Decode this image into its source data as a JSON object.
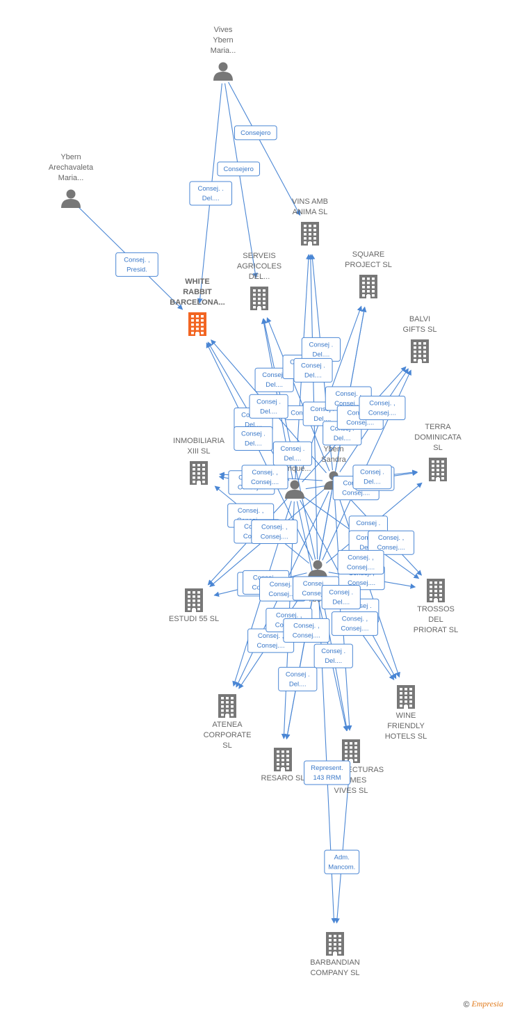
{
  "colors": {
    "edge": "#4a86d4",
    "icon": "#777777",
    "focus": "#f26522",
    "label": "#666666"
  },
  "nodes": [
    {
      "id": "vives_maria",
      "kind": "person",
      "lines": [
        "Vives",
        "Ybern",
        "Maria..."
      ],
      "icon": "person-icon"
    },
    {
      "id": "ybern_arech",
      "kind": "person",
      "lines": [
        "Ybern",
        "Arechavaleta",
        "Maria..."
      ],
      "icon": "person-icon"
    },
    {
      "id": "white_rabbit",
      "kind": "company",
      "focus": true,
      "lines": [
        "WHITE",
        "RABBIT",
        "BARCELONA..."
      ],
      "icon": "building-icon"
    },
    {
      "id": "vins_amb",
      "kind": "company",
      "lines": [
        "VINS AMB",
        "ANIMA  SL"
      ],
      "icon": "building-icon"
    },
    {
      "id": "serveis",
      "kind": "company",
      "lines": [
        "SERVEIS",
        "AGRICOLES",
        "DEL..."
      ],
      "icon": "building-icon"
    },
    {
      "id": "square",
      "kind": "company",
      "lines": [
        "SQUARE",
        "PROJECT SL"
      ],
      "icon": "building-icon"
    },
    {
      "id": "balvi",
      "kind": "company",
      "lines": [
        "BALVI",
        "GIFTS  SL"
      ],
      "icon": "building-icon"
    },
    {
      "id": "terra",
      "kind": "company",
      "lines": [
        "TERRA",
        "DOMINICATA",
        "SL"
      ],
      "icon": "building-icon"
    },
    {
      "id": "inmob",
      "kind": "company",
      "lines": [
        "INMOBILIARIA",
        "XIII SL"
      ],
      "icon": "building-icon"
    },
    {
      "id": "vives_enrique",
      "kind": "person",
      "lines": [
        "Vives",
        "Ybern",
        "Enrique..."
      ],
      "icon": "person-icon"
    },
    {
      "id": "vives_sandra",
      "kind": "person",
      "lines": [
        "Vives",
        "Ybern",
        "Sandra"
      ],
      "icon": "person-icon"
    },
    {
      "id": "vives_ybern",
      "kind": "person",
      "lines": [
        "Vives",
        "Ybern"
      ],
      "icon": "person-icon"
    },
    {
      "id": "estudi",
      "kind": "company",
      "lines": [
        "ESTUDI 55 SL"
      ],
      "icon": "building-icon"
    },
    {
      "id": "trossos",
      "kind": "company",
      "lines": [
        "TROSSOS",
        "DEL",
        "PRIORAT SL"
      ],
      "icon": "building-icon"
    },
    {
      "id": "atenea",
      "kind": "company",
      "lines": [
        "ATENEA",
        "CORPORATE",
        "SL"
      ],
      "icon": "building-icon"
    },
    {
      "id": "wine",
      "kind": "company",
      "lines": [
        "WINE",
        "FRIENDLY",
        "HOTELS SL"
      ],
      "icon": "building-icon"
    },
    {
      "id": "resaro",
      "kind": "company",
      "lines": [
        "RESARO SL"
      ],
      "icon": "building-icon"
    },
    {
      "id": "arquit",
      "kind": "company",
      "lines": [
        "ARQUITECTURAS",
        "BALMES",
        "VIVES SL"
      ],
      "icon": "building-icon"
    },
    {
      "id": "barbandian",
      "kind": "company",
      "lines": [
        "BARBANDIAN",
        "COMPANY SL"
      ],
      "icon": "building-icon"
    }
  ],
  "edges": [
    {
      "from": "vives_maria",
      "to": "vins_amb",
      "label": [
        "Consejero"
      ]
    },
    {
      "from": "vives_maria",
      "to": "serveis",
      "label": [
        "Consejero"
      ]
    },
    {
      "from": "vives_maria",
      "to": "white_rabbit",
      "label": [
        "Consej. .",
        "Del...."
      ]
    },
    {
      "from": "ybern_arech",
      "to": "white_rabbit",
      "label": [
        "Consej. ,",
        "Presid."
      ]
    },
    {
      "from": "vives_enrique",
      "to": "serveis",
      "label": [
        "Consej .",
        "Del...."
      ]
    },
    {
      "from": "vives_sandra",
      "to": "serveis",
      "label": [
        "Consejero"
      ]
    },
    {
      "from": "vives_ybern",
      "to": "serveis",
      "label": [
        "Consej .",
        "Del...."
      ]
    },
    {
      "from": "vives_enrique",
      "to": "vins_amb",
      "label": [
        "Consej .",
        "Del...."
      ]
    },
    {
      "from": "vives_sandra",
      "to": "vins_amb",
      "label": [
        "Consej .",
        "Del...."
      ]
    },
    {
      "from": "vives_ybern",
      "to": "vins_amb",
      "label": [
        "Consej .",
        "Del...."
      ]
    },
    {
      "from": "vives_enrique",
      "to": "square",
      "label": [
        "Consej .",
        "Del...."
      ]
    },
    {
      "from": "vives_sandra",
      "to": "square",
      "label": [
        "Consej. ,",
        "Consej...."
      ]
    },
    {
      "from": "vives_ybern",
      "to": "square",
      "label": [
        "Consej .",
        "Del...."
      ]
    },
    {
      "from": "vives_enrique",
      "to": "balvi",
      "label": [
        "Consej. ,",
        "Consej...."
      ]
    },
    {
      "from": "vives_sandra",
      "to": "balvi",
      "label": [
        "Consej. ,",
        "Consej...."
      ]
    },
    {
      "from": "vives_ybern",
      "to": "balvi",
      "label": [
        "Consej. ,",
        "Consej...."
      ]
    },
    {
      "from": "vives_enrique",
      "to": "white_rabbit",
      "label": [
        "Consej .",
        "Del...."
      ]
    },
    {
      "from": "vives_sandra",
      "to": "white_rabbit",
      "label": [
        "Consej .",
        "Del...."
      ]
    },
    {
      "from": "vives_ybern",
      "to": "white_rabbit",
      "label": [
        "Consej .",
        "Del...."
      ]
    },
    {
      "from": "vives_enrique",
      "to": "terra",
      "label": [
        "Consej .",
        "Del...."
      ]
    },
    {
      "from": "vives_sandra",
      "to": "terra",
      "label": [
        "Consej .",
        "Del...."
      ]
    },
    {
      "from": "vives_ybern",
      "to": "terra",
      "label": [
        "Consej .",
        "Del...."
      ]
    },
    {
      "from": "vives_enrique",
      "to": "inmob",
      "label": [
        "Consej. ,",
        "Consej...."
      ]
    },
    {
      "from": "vives_sandra",
      "to": "inmob",
      "label": [
        "Consej. ,",
        "Consej...."
      ]
    },
    {
      "from": "vives_ybern",
      "to": "inmob",
      "label": [
        "Consej. ,",
        "Consej...."
      ]
    },
    {
      "from": "vives_enrique",
      "to": "estudi",
      "label": [
        "Consej. ,",
        "Consej...."
      ]
    },
    {
      "from": "vives_sandra",
      "to": "estudi",
      "label": [
        "Consej. ,",
        "Consej...."
      ]
    },
    {
      "from": "vives_ybern",
      "to": "estudi",
      "label": [
        "Consej. ,",
        "Consej...."
      ]
    },
    {
      "from": "vives_enrique",
      "to": "trossos",
      "label": [
        "Consej .",
        "Del...."
      ]
    },
    {
      "from": "vives_sandra",
      "to": "trossos",
      "label": [
        "Consej. ,",
        "Consej...."
      ]
    },
    {
      "from": "vives_ybern",
      "to": "trossos",
      "label": [
        "Consej. ,",
        "Consej...."
      ]
    },
    {
      "from": "vives_enrique",
      "to": "atenea",
      "label": [
        "Consej. ,",
        "Consej...."
      ]
    },
    {
      "from": "vives_sandra",
      "to": "atenea",
      "label": [
        "Consej. ,",
        "Consej...."
      ]
    },
    {
      "from": "vives_ybern",
      "to": "atenea",
      "label": [
        "Consej. ,",
        "Consej...."
      ]
    },
    {
      "from": "vives_enrique",
      "to": "wine",
      "label": [
        "Consej .",
        "Del...."
      ]
    },
    {
      "from": "vives_sandra",
      "to": "wine",
      "label": [
        "Consej. ,",
        "Consej...."
      ]
    },
    {
      "from": "vives_ybern",
      "to": "wine",
      "label": [
        "Consej. ,",
        "Consej...."
      ]
    },
    {
      "from": "vives_enrique",
      "to": "resaro",
      "label": [
        "Consej. ,",
        "Consej...."
      ]
    },
    {
      "from": "vives_sandra",
      "to": "resaro",
      "label": [
        "Consej. ,",
        "Consej...."
      ]
    },
    {
      "from": "vives_ybern",
      "to": "resaro",
      "label": [
        "Consej .",
        "Del...."
      ]
    },
    {
      "from": "vives_enrique",
      "to": "arquit",
      "label": [
        "Consej. ,",
        "Consej...."
      ]
    },
    {
      "from": "vives_sandra",
      "to": "arquit",
      "label": [
        "Consej .",
        "Del...."
      ]
    },
    {
      "from": "vives_ybern",
      "to": "arquit",
      "label": [
        "Consej .",
        "Del...."
      ]
    },
    {
      "from": "vives_ybern",
      "to": "barbandian",
      "label": [
        "Represent.",
        "143 RRM"
      ]
    },
    {
      "from": "arquit",
      "to": "barbandian",
      "label": [
        "Adm.",
        "Mancom."
      ]
    }
  ],
  "footer": {
    "copyright": "©",
    "brand": "Empresia"
  }
}
